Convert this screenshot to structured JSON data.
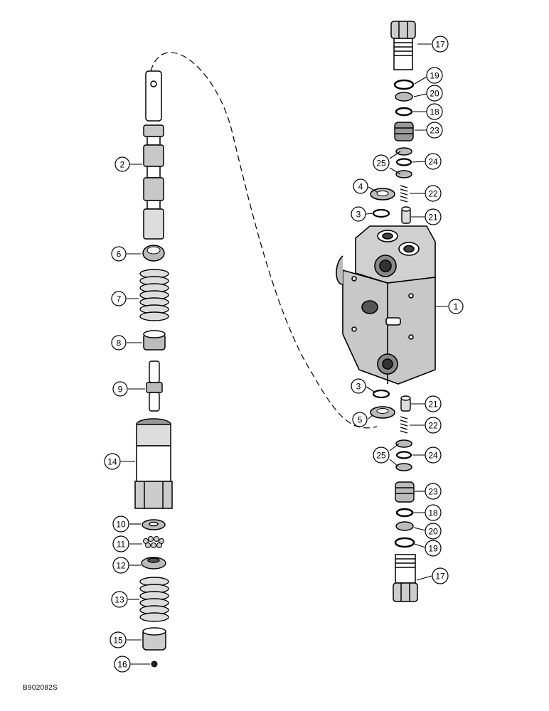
{
  "figure_id": "B902082S",
  "callouts": [
    {
      "id": "c2-left",
      "label": "2"
    },
    {
      "id": "c6",
      "label": "6"
    },
    {
      "id": "c7",
      "label": "7"
    },
    {
      "id": "c8",
      "label": "8"
    },
    {
      "id": "c9",
      "label": "9"
    },
    {
      "id": "c14",
      "label": "14"
    },
    {
      "id": "c10",
      "label": "10"
    },
    {
      "id": "c11",
      "label": "11"
    },
    {
      "id": "c12",
      "label": "12"
    },
    {
      "id": "c13",
      "label": "13"
    },
    {
      "id": "c15",
      "label": "15"
    },
    {
      "id": "c16",
      "label": "16"
    },
    {
      "id": "c17-top",
      "label": "17"
    },
    {
      "id": "c19-top",
      "label": "19"
    },
    {
      "id": "c20-top",
      "label": "20"
    },
    {
      "id": "c18-top",
      "label": "18"
    },
    {
      "id": "c23-top",
      "label": "23"
    },
    {
      "id": "c25-top",
      "label": "25"
    },
    {
      "id": "c24-top",
      "label": "24"
    },
    {
      "id": "c4",
      "label": "4"
    },
    {
      "id": "c22-top",
      "label": "22"
    },
    {
      "id": "c3-top",
      "label": "3"
    },
    {
      "id": "c21-top",
      "label": "21"
    },
    {
      "id": "c1",
      "label": "1"
    },
    {
      "id": "c3-bottom",
      "label": "3"
    },
    {
      "id": "c21-bottom",
      "label": "21"
    },
    {
      "id": "c5",
      "label": "5"
    },
    {
      "id": "c22-bottom",
      "label": "22"
    },
    {
      "id": "c25-bottom",
      "label": "25"
    },
    {
      "id": "c24-bottom",
      "label": "24"
    },
    {
      "id": "c23-bottom",
      "label": "23"
    },
    {
      "id": "c18-bottom",
      "label": "18"
    },
    {
      "id": "c20-bottom",
      "label": "20"
    },
    {
      "id": "c19-bottom",
      "label": "19"
    },
    {
      "id": "c17-bottom",
      "label": "17"
    }
  ]
}
